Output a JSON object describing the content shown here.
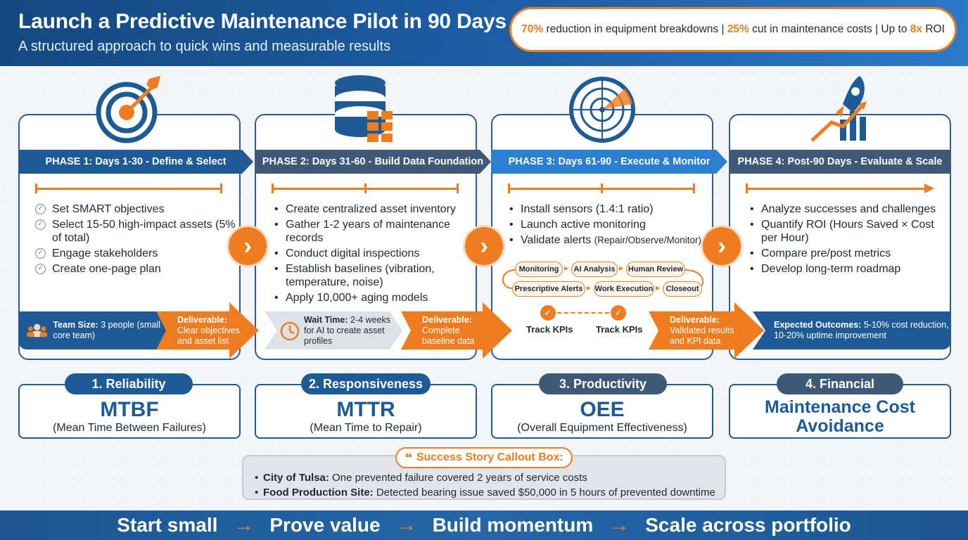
{
  "header": {
    "title": "Launch a Predictive Maintenance Pilot in 90 Days",
    "subtitle": "A structured approach to quick wins and measurable results",
    "stats": {
      "s1_value": "70%",
      "s1_text": "reduction in equipment breakdowns",
      "sep": "|",
      "s2_value": "25%",
      "s2_text": "cut in maintenance costs",
      "s3_prefix": "Up to",
      "s3_value": "8x",
      "s3_text": "ROI"
    }
  },
  "phases": [
    {
      "title": "PHASE 1: Days 1-30 - Define & Select",
      "icon": "target-icon",
      "items": [
        "Set SMART objectives",
        "Select 15-50 high-impact assets (5% of total)",
        "Engage stakeholders",
        "Create one-page plan"
      ],
      "team_label": "Team Size:",
      "team_value": "3 people (small core team)",
      "deliverable_label": "Deliverable:",
      "deliverable_text": "Clear objectives and asset list"
    },
    {
      "title": "PHASE 2: Days 31-60 - Build Data Foundation",
      "icon": "database-icon",
      "items": [
        "Create centralized asset inventory",
        "Gather 1-2 years of maintenance records",
        "Conduct digital inspections",
        "Establish baselines (vibration, temperature, noise)",
        "Apply 10,000+ aging models"
      ],
      "wait_label": "Wait Time:",
      "wait_text": "2-4 weeks for AI to create asset profiles",
      "deliverable_label": "Deliverable:",
      "deliverable_text": "Complete baseline data"
    },
    {
      "title": "PHASE 3: Days 61-90 - Execute & Monitor",
      "icon": "radar-icon",
      "items": [
        "Install sensors (1.4:1 ratio)",
        "Launch active monitoring",
        "Validate alerts"
      ],
      "items_note": "(Repair/Observe/Monitor)",
      "flow": [
        "Monitoring",
        "AI Analysis",
        "Human Review",
        "Prescriptive Alerts",
        "Work Execution",
        "Closeout"
      ],
      "kpi_label": "Track KPIs",
      "deliverable_label": "Deliverable:",
      "deliverable_text": "Validated results and KPI data"
    },
    {
      "title": "PHASE 4: Post-90 Days - Evaluate & Scale",
      "icon": "rocket-icon",
      "items": [
        "Analyze successes and challenges",
        "Quantify ROI (Hours Saved × Cost per Hour)",
        "Compare pre/post metrics",
        "Develop long-term roadmap"
      ],
      "outcome_label": "Expected Outcomes:",
      "outcome_text": "5-10% cost reduction, 10-20% uptime improvement"
    }
  ],
  "metrics": [
    {
      "tag": "1. Reliability",
      "big": "MTBF",
      "small": "(Mean Time Between Failures)"
    },
    {
      "tag": "2. Responsiveness",
      "big": "MTTR",
      "small": "(Mean Time to Repair)"
    },
    {
      "tag": "3. Productivity",
      "big": "OEE",
      "small": "(Overall Equipment Effectiveness)"
    },
    {
      "tag": "4. Financial",
      "big": "Maintenance Cost Avoidance"
    }
  ],
  "story": {
    "title": "Success Story Callout Box:",
    "quote_icon": "❝",
    "lines": [
      {
        "label": "City of Tulsa:",
        "text": " One prevented failure covered 2 years of service costs"
      },
      {
        "label": "Food Production Site:",
        "text": " Detected bearing issue saved $50,000 in 5 hours of prevented downtime"
      }
    ]
  },
  "footer": {
    "steps": [
      "Start small",
      "Prove value",
      "Build momentum",
      "Scale across portfolio"
    ],
    "arrow": "→"
  },
  "colors": {
    "primary": "#1e5b96",
    "accent": "#f07c22",
    "dark": "#3e5878",
    "light": "#2b7fd0"
  }
}
